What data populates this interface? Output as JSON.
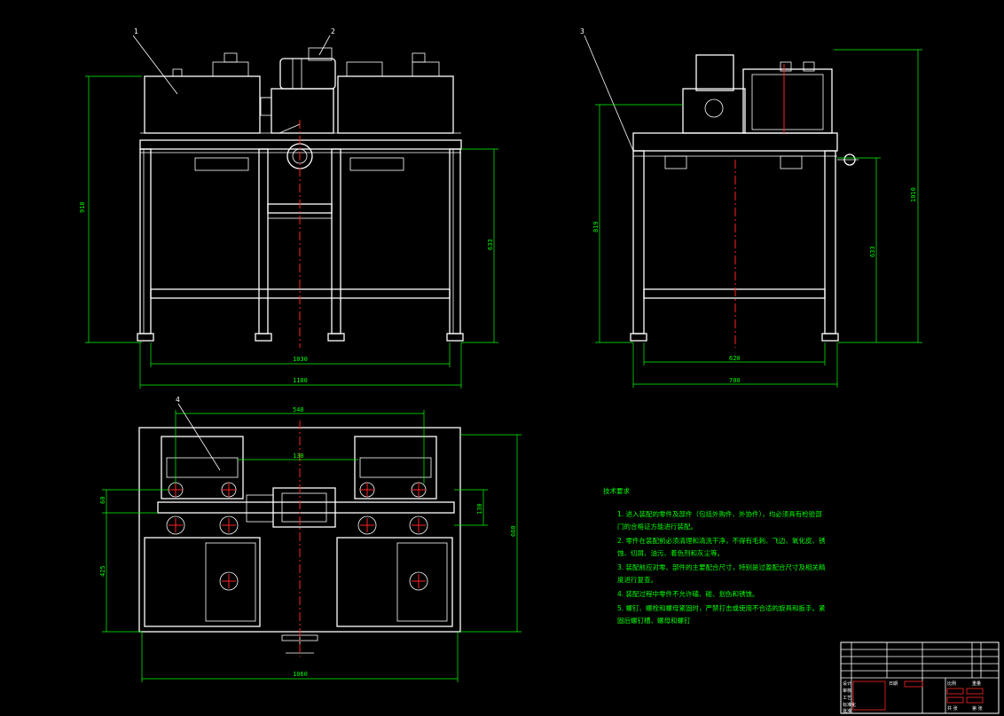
{
  "views": {
    "front": {
      "parts": [
        "1",
        "2"
      ],
      "dims": {
        "height_total": "910",
        "height_table": "633",
        "width_inner": "1030",
        "width_total": "1100"
      }
    },
    "side": {
      "parts": [
        "3"
      ],
      "dims": {
        "height_total": "1010",
        "height_table": "633",
        "height_left": "819",
        "width_inner": "620",
        "width_total": "700"
      }
    },
    "top": {
      "parts": [
        "4"
      ],
      "dims": {
        "top_span": "540",
        "inner_span": "130",
        "left_small": "60",
        "left_large": "425",
        "right_small": "130",
        "right_large": "660",
        "bottom": "1060"
      }
    }
  },
  "notes": {
    "title": "技术要求",
    "items": [
      "1. 进入装配的零件及部件（包括外购件、外协件），均必须具有检验部",
      "门的合格证方能进行装配。",
      "2. 零件在装配前必须清理和清洗干净，不得有毛刺、飞边、氧化皮、锈",
      "蚀、切屑、油污、着色剂和灰尘等。",
      "3. 装配前应对零、部件的主要配合尺寸，特别是过盈配合尺寸及相关精",
      "度进行复查。",
      "4. 装配过程中零件不允许磕、碰、划伤和锈蚀。",
      "5. 螺钉、螺栓和螺母紧固时，严禁打击或使用不合适的旋具和扳手。紧",
      "固后螺钉槽、螺母和螺钉"
    ]
  },
  "title_block": {
    "cells": [
      "设计",
      "审核",
      "工艺",
      "标准化",
      "批准",
      "日期",
      "比例",
      "重量",
      "共 张",
      "第 张"
    ]
  }
}
